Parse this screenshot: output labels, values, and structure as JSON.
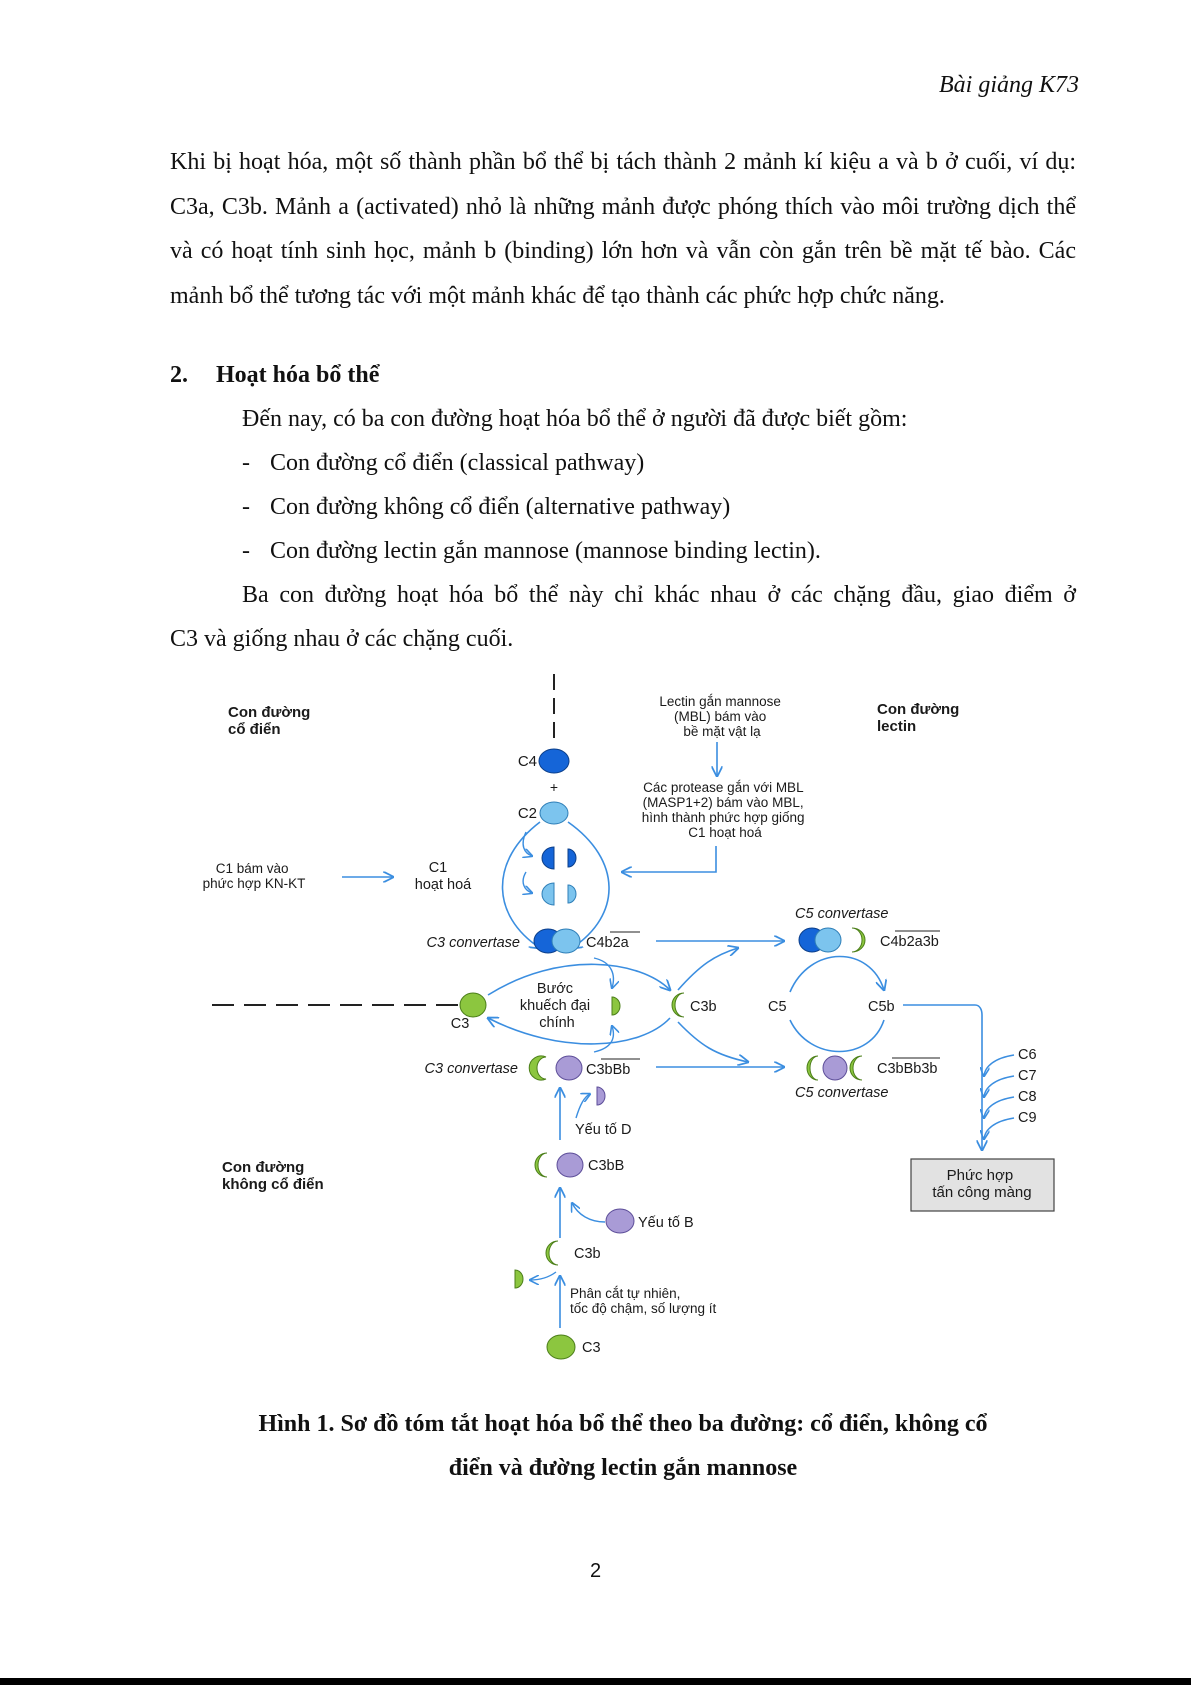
{
  "header": {
    "title": "Bài giảng K73"
  },
  "intro": {
    "paragraph": "Khi bị hoạt hóa, một số thành phần bổ thể bị tách thành 2 mảnh kí kiệu a và b ở cuối, ví dụ: C3a, C3b. Mảnh a (activated) nhỏ là những mảnh được phóng thích vào môi trường dịch thể và có hoạt tính sinh học, mảnh b (binding) lớn hơn và vẫn còn gắn trên bề mặt tế bào. Các mảnh bổ thể tương tác với một mảnh khác để tạo thành các phức hợp chức năng."
  },
  "section": {
    "number": "2.",
    "heading": "Hoạt hóa bổ thể",
    "lead": "Đến nay, có ba con đường hoạt hóa bổ thể ở người đã được biết gồm:",
    "items": [
      "Con đường cổ điển (classical pathway)",
      "Con đường không cổ điển (alternative pathway)",
      "Con đường lectin gắn mannose (mannose binding lectin)."
    ],
    "closing_line1": "Ba con đường hoạt hóa bổ thể này chỉ khác nhau ở các chặng đầu, giao điểm ở",
    "closing_line2": "C3 và giống nhau ở các chặng cuối."
  },
  "diagram": {
    "classical_title": [
      "Con đường",
      "cổ điển"
    ],
    "lectin_title": [
      "Con đường",
      "lectin"
    ],
    "alternative_title": [
      "Con đường",
      "không cổ điển"
    ],
    "mbl_text": [
      "Lectin gắn mannose",
      "(MBL) bám vào",
      "bề mặt vật lạ"
    ],
    "masp_text": [
      "Các protease gắn với MBL",
      "(MASP1+2) bám vào MBL,",
      "hình thành phức hợp giống",
      "C1 hoạt hoá"
    ],
    "c4": "C4",
    "plus": "+",
    "c2": "C2",
    "c1_bind": [
      "C1 bám vào",
      "phức hợp KN-KT"
    ],
    "c1_active": [
      "C1",
      "hoạt hoá"
    ],
    "c3_conv_label": "C3 convertase",
    "c4b2a": "C4b2a",
    "c5_conv_label": "C5 convertase",
    "c4b2a3b": "C4b2a3b",
    "amplification": [
      "Bước",
      "khuếch đại",
      "chính"
    ],
    "c3": "C3",
    "c3b": "C3b",
    "c5": "C5",
    "c5b": "C5b",
    "c3bbb": "C3bBb",
    "c3bbb3b": "C3bBb3b",
    "factor_d": "Yếu tố D",
    "c3bb": "C3bB",
    "factor_b": "Yếu tố B",
    "spontaneous": [
      "Phân cắt tự nhiên,",
      "tốc độ chậm, số lượng ít"
    ],
    "terminal": [
      "C6",
      "C7",
      "C8",
      "C9"
    ],
    "mac": [
      "Phức hợp",
      "tấn công màng"
    ],
    "colors": {
      "arrow": "#3b8ee0",
      "c4": "#1565d8",
      "c2": "#7cc4ee",
      "c3": "#8cc63f",
      "factor_b": "#a99bd6"
    }
  },
  "caption": {
    "line1": "Hình 1. Sơ đồ tóm tắt hoạt hóa bổ thể theo ba đường: cổ điển, không cổ",
    "line2": "điển và đường lectin gắn mannose"
  },
  "page_number": "2"
}
